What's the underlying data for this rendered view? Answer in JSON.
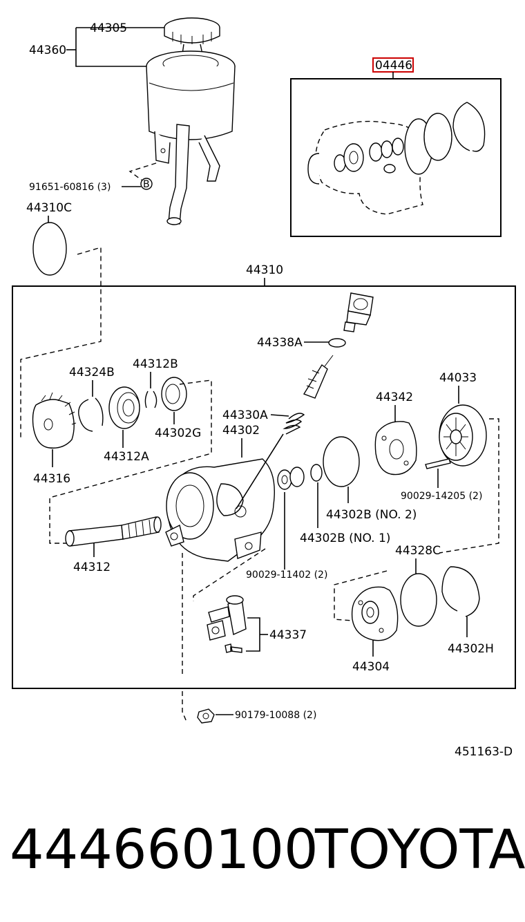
{
  "diagram": {
    "labels": {
      "p44305": "44305",
      "p44360": "44360",
      "p91651": "91651-60816 (3)",
      "p44310C": "44310C",
      "p04446": "04446",
      "p44310": "44310",
      "p44338A": "44338A",
      "p44324B": "44324B",
      "p44312B": "44312B",
      "p44302G": "44302G",
      "p44312A": "44312A",
      "p44316": "44316",
      "p44330A": "44330A",
      "p44302": "44302",
      "p44342": "44342",
      "p44033": "44033",
      "p90029_14205": "90029-14205 (2)",
      "p44302B_no2": "44302B (NO. 2)",
      "p44302B_no1": "44302B (NO. 1)",
      "p44328C": "44328C",
      "p44312": "44312",
      "p90029_11402": "90029-11402 (2)",
      "p44337": "44337",
      "p44302H": "44302H",
      "p44304": "44304",
      "p90179": "90179-10088 (2)",
      "ref_code": "451163-D",
      "bolt_marker": "B"
    },
    "highlight_color": "#cc0000"
  },
  "footer": {
    "part_number": "444660100",
    "brand": "TOYOTA"
  }
}
